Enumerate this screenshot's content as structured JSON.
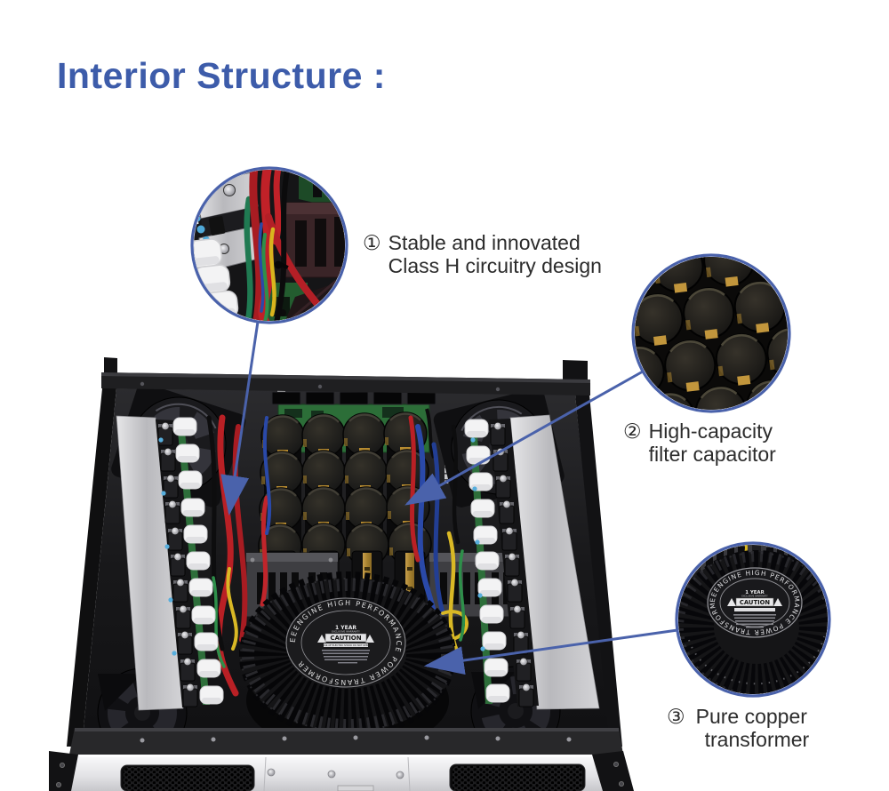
{
  "title": {
    "text": "Interior Structure :"
  },
  "colors": {
    "title_blue": "#3d5caa",
    "accent_blue": "#4a62ab",
    "text_dark": "#2c2c2c"
  },
  "annotations": [
    {
      "num": "①",
      "lines": [
        "Stable and innovated",
        "Class H circuitry design"
      ]
    },
    {
      "num": "②",
      "lines": [
        "High-capacity",
        "filter capacitor"
      ]
    },
    {
      "num": "③",
      "lines": [
        "Pure copper",
        "transformer"
      ]
    }
  ],
  "transformer_label": {
    "ring_text": "EEENGINE  HIGH  PERFORMANCE  POWER  TRANSFORMER",
    "year": "1 YEAR",
    "warranty": "EXCLUSIVE WARRANTY",
    "caution": "CAUTION",
    "caution_sub": "RISK OF ELECTRIC SHOCK  DO NOT OPEN"
  }
}
